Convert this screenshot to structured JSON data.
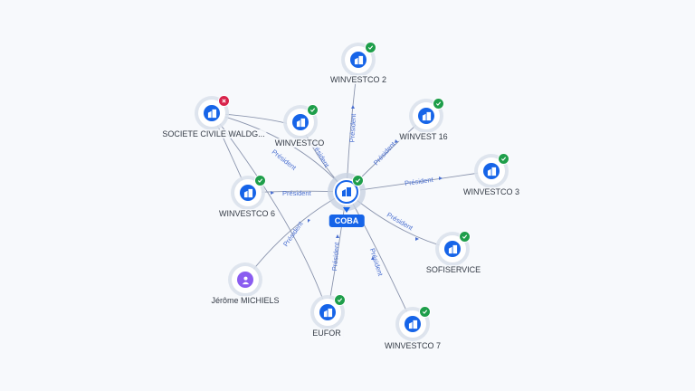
{
  "center": {
    "label": "COBA",
    "icon": "company-icon"
  },
  "nodes": [
    {
      "id": "winvestco2",
      "label": "WINVESTCO 2",
      "icon": "company-icon",
      "status": "active"
    },
    {
      "id": "winvest16",
      "label": "WINVEST 16",
      "icon": "company-icon",
      "status": "active"
    },
    {
      "id": "winvestco",
      "label": "WINVESTCO",
      "icon": "company-icon",
      "status": "active"
    },
    {
      "id": "societe",
      "label": "SOCIETE CIVILE WALDG...",
      "icon": "company-icon",
      "status": "closed"
    },
    {
      "id": "winvestco3",
      "label": "WINVESTCO 3",
      "icon": "company-icon",
      "status": "active"
    },
    {
      "id": "winvestco6",
      "label": "WINVESTCO 6",
      "icon": "company-icon",
      "status": "active"
    },
    {
      "id": "sofiservice",
      "label": "SOFISERVICE",
      "icon": "company-icon",
      "status": "active"
    },
    {
      "id": "jerome",
      "label": "Jérôme MICHIELS",
      "icon": "person-icon",
      "status": "none"
    },
    {
      "id": "eufor",
      "label": "EUFOR",
      "icon": "company-icon",
      "status": "active"
    },
    {
      "id": "winvestco7",
      "label": "WINVESTCO 7",
      "icon": "company-icon",
      "status": "active"
    }
  ],
  "edges": [
    {
      "label": "Président"
    },
    {
      "label": "Président"
    },
    {
      "label": "Président"
    },
    {
      "label": "Président"
    },
    {
      "label": "Président"
    },
    {
      "label": "Président"
    },
    {
      "label": "Président"
    },
    {
      "label": "Président"
    },
    {
      "label": "Président"
    },
    {
      "label": "Président"
    }
  ],
  "colors": {
    "brand": "#1664e8",
    "active": "#1e9e4a",
    "closed": "#d8234b",
    "person": "#8a5cf0",
    "edge": "#7f8aa8"
  }
}
